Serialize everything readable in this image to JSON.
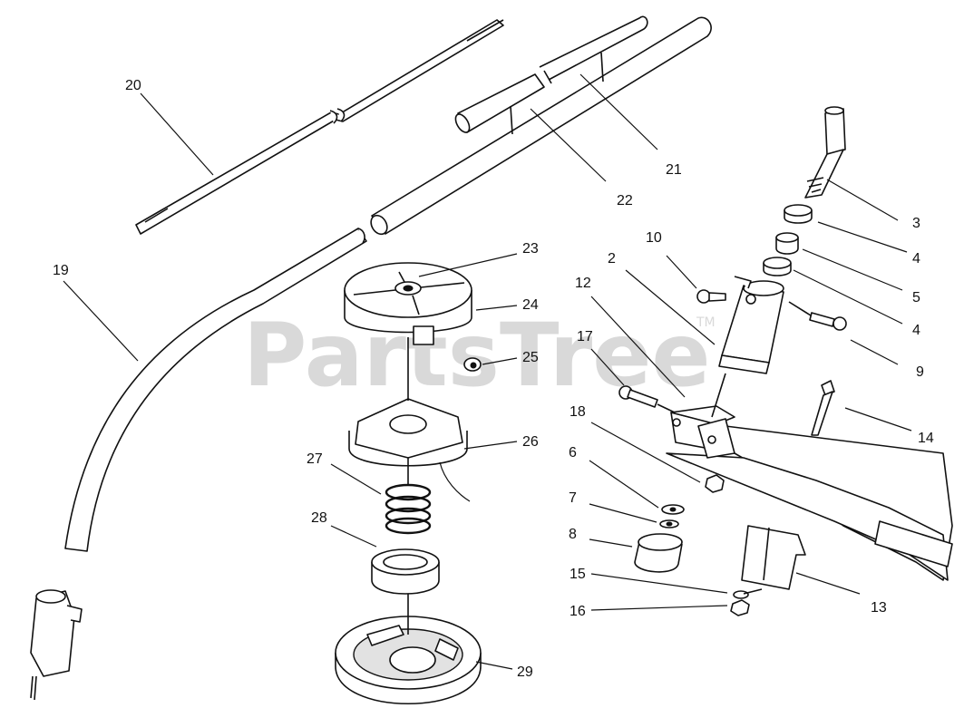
{
  "watermark": {
    "text": "PartsTree",
    "trademark": "TM"
  },
  "callouts": [
    {
      "id": "c20",
      "label": "20"
    },
    {
      "id": "c21",
      "label": "21"
    },
    {
      "id": "c22",
      "label": "22"
    },
    {
      "id": "c19",
      "label": "19"
    },
    {
      "id": "c23",
      "label": "23"
    },
    {
      "id": "c24",
      "label": "24"
    },
    {
      "id": "c25",
      "label": "25"
    },
    {
      "id": "c26",
      "label": "26"
    },
    {
      "id": "c27",
      "label": "27"
    },
    {
      "id": "c28",
      "label": "28"
    },
    {
      "id": "c29",
      "label": "29"
    },
    {
      "id": "c3",
      "label": "3"
    },
    {
      "id": "c4a",
      "label": "4"
    },
    {
      "id": "c5",
      "label": "5"
    },
    {
      "id": "c4b",
      "label": "4"
    },
    {
      "id": "c9",
      "label": "9"
    },
    {
      "id": "c10",
      "label": "10"
    },
    {
      "id": "c2",
      "label": "2"
    },
    {
      "id": "c12",
      "label": "12"
    },
    {
      "id": "c17",
      "label": "17"
    },
    {
      "id": "c14",
      "label": "14"
    },
    {
      "id": "c18",
      "label": "18"
    },
    {
      "id": "c6",
      "label": "6"
    },
    {
      "id": "c7",
      "label": "7"
    },
    {
      "id": "c8",
      "label": "8"
    },
    {
      "id": "c15",
      "label": "15"
    },
    {
      "id": "c16",
      "label": "16"
    },
    {
      "id": "c13",
      "label": "13"
    }
  ]
}
